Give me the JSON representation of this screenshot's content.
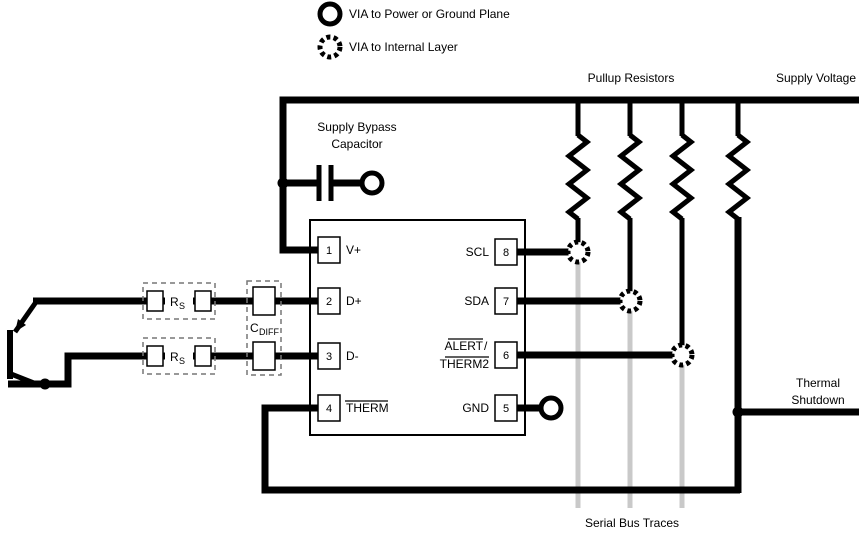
{
  "colors": {
    "wire": "#000000",
    "serial_trace": "#c9c9c9",
    "component_outline": "#777777",
    "background": "#ffffff"
  },
  "legend": {
    "power_via_label": "VIA to Power or Ground Plane",
    "internal_via_label": "VIA to Internal Layer"
  },
  "labels": {
    "pullup_resistors": "Pullup Resistors",
    "supply_voltage": "Supply Voltage",
    "supply_bypass_line1": "Supply Bypass",
    "supply_bypass_line2": "Capacitor",
    "thermal_line1": "Thermal",
    "thermal_line2": "Shutdown",
    "serial_bus": "Serial Bus Traces"
  },
  "components": {
    "rs": {
      "main": "R",
      "sub": "S"
    },
    "cdiff": {
      "main": "C",
      "sub": "DIFF"
    }
  },
  "ic": {
    "pins_left": [
      {
        "number": "1",
        "label": "V+"
      },
      {
        "number": "2",
        "label": "D+"
      },
      {
        "number": "3",
        "label": "D-"
      },
      {
        "number": "4",
        "label": "THERM",
        "overline": true
      }
    ],
    "pins_right": [
      {
        "number": "8",
        "label": "SCL"
      },
      {
        "number": "7",
        "label": "SDA"
      },
      {
        "number": "6",
        "label_line1": "ALERT",
        "label_slash": "/",
        "label_line2": "THERM2",
        "overline": true
      },
      {
        "number": "5",
        "label": "GND"
      }
    ]
  }
}
